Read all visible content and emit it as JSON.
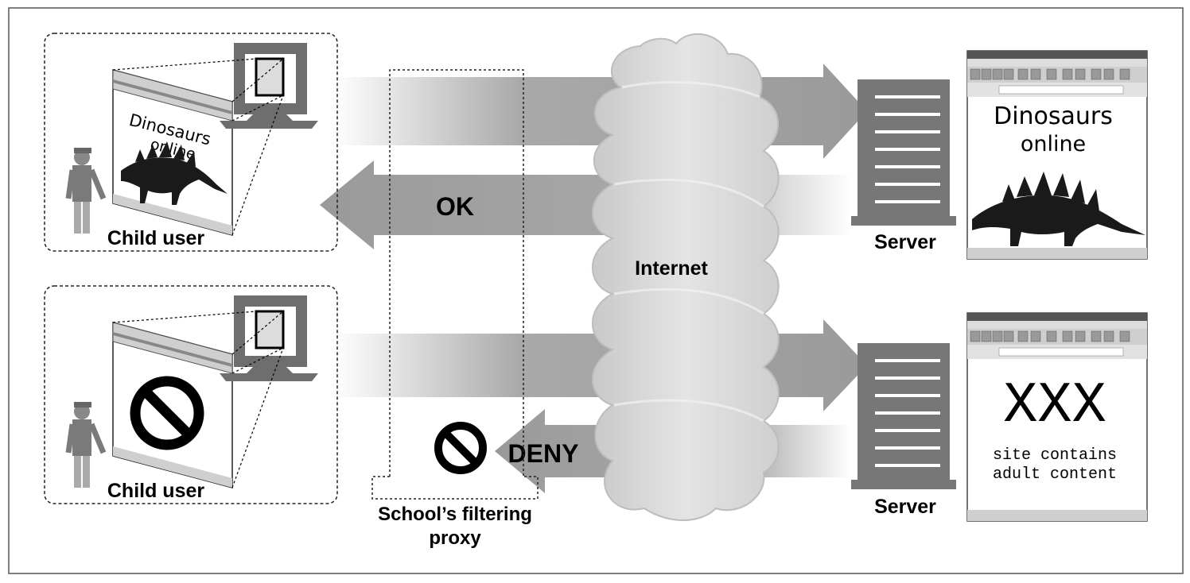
{
  "labels": {
    "child_user_top": "Child user",
    "child_user_bottom": "Child user",
    "proxy_line1": "School’s filtering",
    "proxy_line2": "proxy",
    "internet": "Internet",
    "server_top": "Server",
    "server_bottom": "Server",
    "ok": "OK",
    "deny": "DENY"
  },
  "pages": {
    "good_line1": "Dinosaurs",
    "good_line2": "online",
    "bad_headline": "XXX",
    "bad_line1": "site contains",
    "bad_line2": "adult content"
  },
  "colors": {
    "arrow": "#9a9a9a",
    "cloud": "#d7d7d7",
    "monitor": "#6e6e6e",
    "server": "#777777",
    "frame": "#555555"
  }
}
